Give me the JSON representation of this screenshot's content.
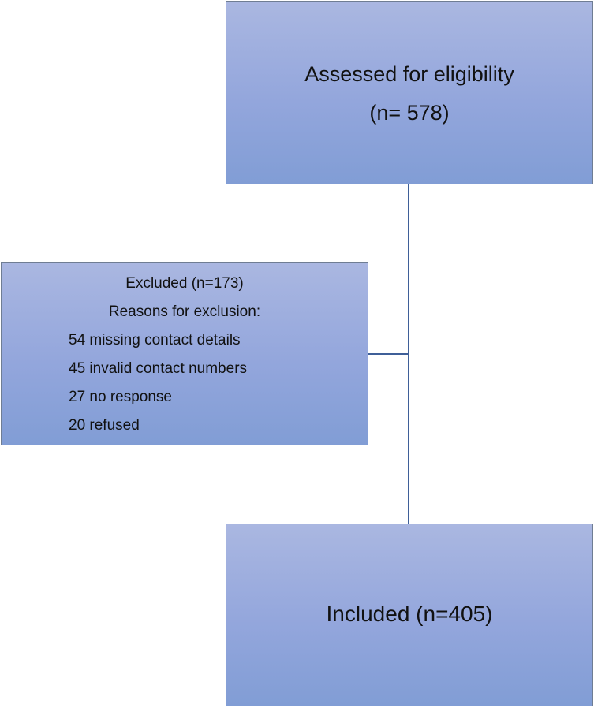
{
  "flowchart": {
    "assessed": {
      "title": "Assessed for eligibility",
      "count": "(n= 578)"
    },
    "excluded": {
      "title": "Excluded (n=173)",
      "reasons_heading": "Reasons for exclusion:",
      "reasons": [
        "54 missing contact details",
        "45 invalid contact numbers",
        "27 no response",
        "20 refused"
      ]
    },
    "included": {
      "title": "Included (n=405)"
    }
  },
  "colors": {
    "box_fill_top": "#aab7e1",
    "box_fill_bottom": "#819dd5",
    "box_border": "#6f7d93",
    "connector": "#3f5f98"
  }
}
